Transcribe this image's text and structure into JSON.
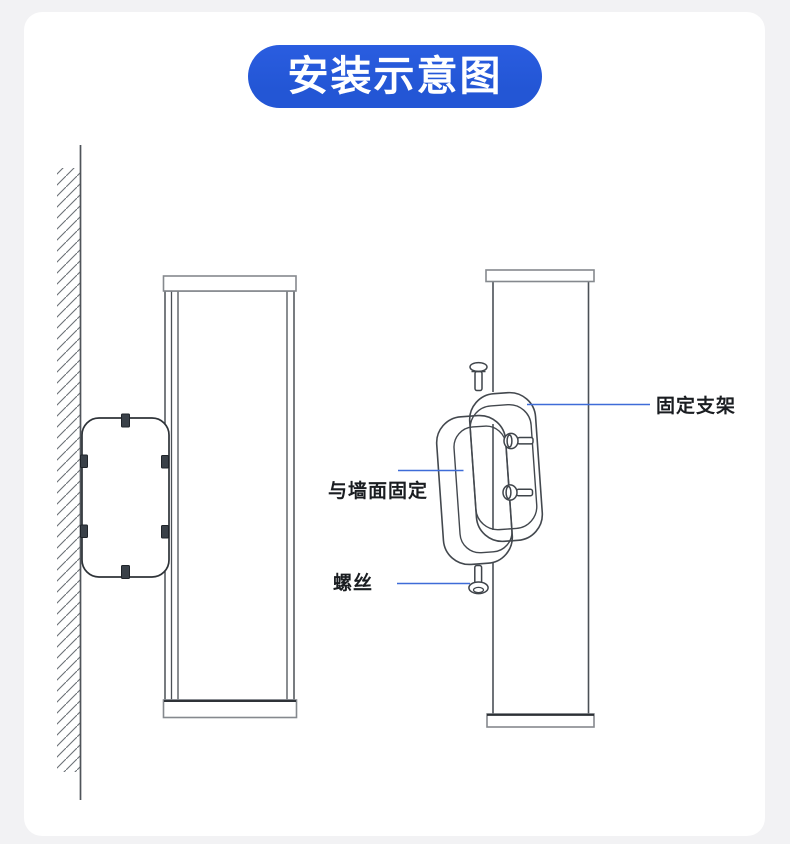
{
  "page": {
    "background_color": "#f2f2f4",
    "card_color": "#ffffff"
  },
  "banner": {
    "title": "安装示意图",
    "background_color": "#2356d5",
    "text_color": "#ffffff"
  },
  "diagram": {
    "line_color": "#4b5056",
    "flange_line_color": "#85898e",
    "leader_line_color": "#3e6cd8",
    "label_color": "#1a1d21",
    "labels": {
      "fixing_bracket": "固定支架",
      "wall_mount": "与墙面固定",
      "screw": "螺丝"
    }
  }
}
